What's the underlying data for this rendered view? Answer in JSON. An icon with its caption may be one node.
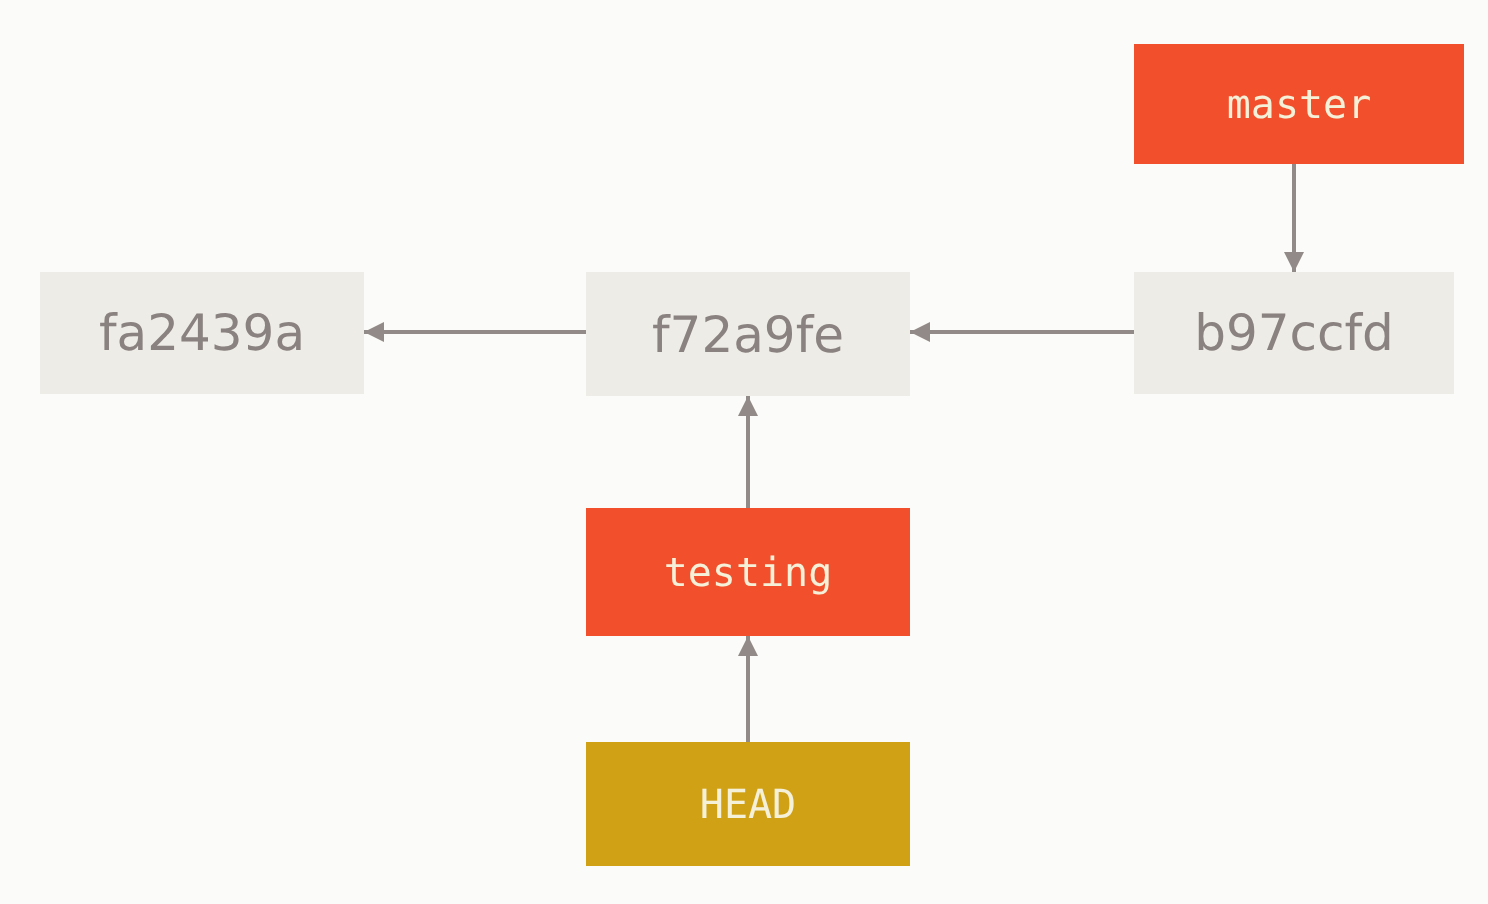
{
  "diagram": {
    "nodes": [
      {
        "text": [
          "master"
        ]
      },
      {
        "text": [
          "fa2439a"
        ]
      },
      {
        "text": [
          "f72a9fe"
        ]
      },
      {
        "text": [
          "b97ccfd"
        ]
      },
      {
        "text": [
          "testing"
        ]
      },
      {
        "text": [
          "HEAD"
        ]
      }
    ],
    "edges": [
      {
        "from": 0,
        "to": 3,
        "arrow": "to"
      },
      {
        "from": 3,
        "to": 2,
        "arrow": "to"
      },
      {
        "from": 2,
        "to": 1,
        "arrow": "to"
      },
      {
        "from": 4,
        "to": 2,
        "arrow": "to"
      },
      {
        "from": 5,
        "to": 4,
        "arrow": "to"
      }
    ]
  }
}
